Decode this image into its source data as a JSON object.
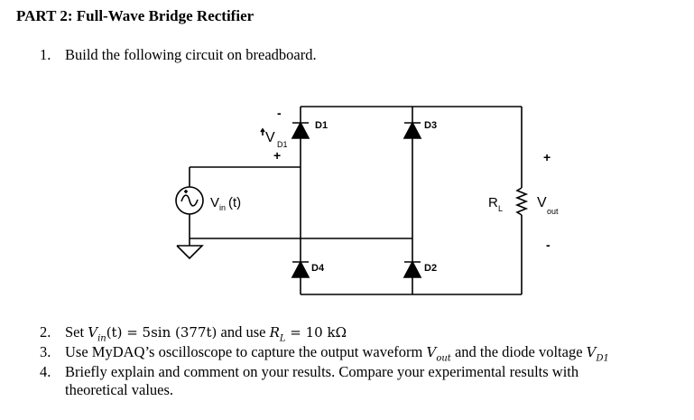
{
  "heading": "PART 2: Full-Wave Bridge Rectifier",
  "steps": [
    {
      "num": "1.",
      "text": "Build the following circuit on breadboard."
    },
    {
      "num": "2.",
      "pre": "Set ",
      "vin": "V",
      "vin_sub": "in",
      "vin_arg": "(t) = 5sin (377t)",
      "mid": " and use ",
      "rl": "R",
      "rl_sub": "L",
      "rl_val": " = 10 kΩ"
    },
    {
      "num": "3.",
      "pre": "Use MyDAQ’s oscilloscope to capture the output waveform ",
      "vout": "V",
      "vout_sub": "out",
      "mid": " and the diode voltage ",
      "vd": "V",
      "vd_sub": "D1"
    },
    {
      "num": "4.",
      "line1": "Briefly explain and comment on your results. Compare your experimental results with",
      "line2": "theoretical values."
    }
  ],
  "circuit": {
    "d1": "D1",
    "d2": "D2",
    "d3": "D3",
    "d4": "D4",
    "vd1_minus": "-",
    "vd1_v": "V",
    "vd1_sub": "D1",
    "vd1_plus": "+",
    "vin_v": "V",
    "vin_sub": "in",
    "vin_t": "(t)",
    "rl_r": "R",
    "rl_sub": "L",
    "vout_plus": "+",
    "vout_v": "V",
    "vout_sub": "out",
    "vout_minus": "-"
  }
}
